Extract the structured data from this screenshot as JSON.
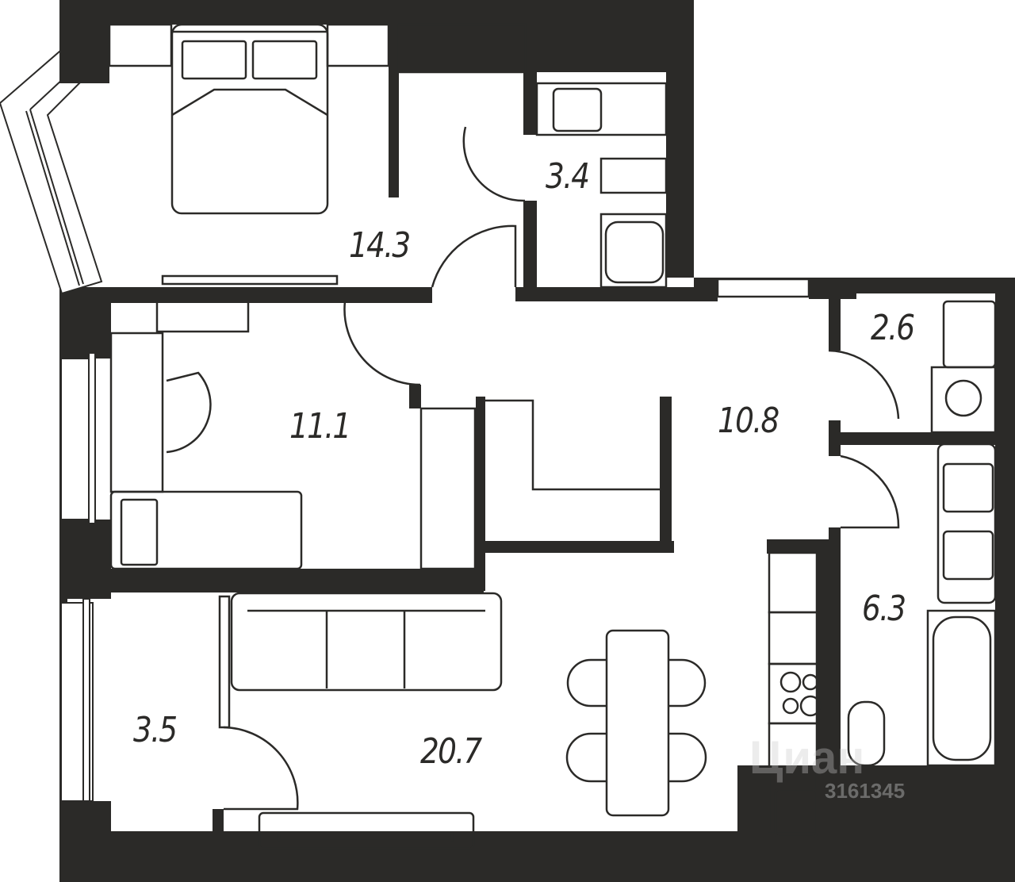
{
  "plan": {
    "wall_color": "#2b2a28",
    "background_color": "#ffffff",
    "rooms": [
      {
        "id": "bedroom",
        "label": "14.3"
      },
      {
        "id": "toilet",
        "label": "3.4"
      },
      {
        "id": "kids-room",
        "label": "11.1"
      },
      {
        "id": "hallway",
        "label": "10.8"
      },
      {
        "id": "laundry",
        "label": "2.6"
      },
      {
        "id": "bathroom",
        "label": "6.3"
      },
      {
        "id": "balcony",
        "label": "3.5"
      },
      {
        "id": "living-kitchen",
        "label": "20.7"
      }
    ]
  },
  "watermark": {
    "logo": "Циан",
    "id": "3161345"
  }
}
